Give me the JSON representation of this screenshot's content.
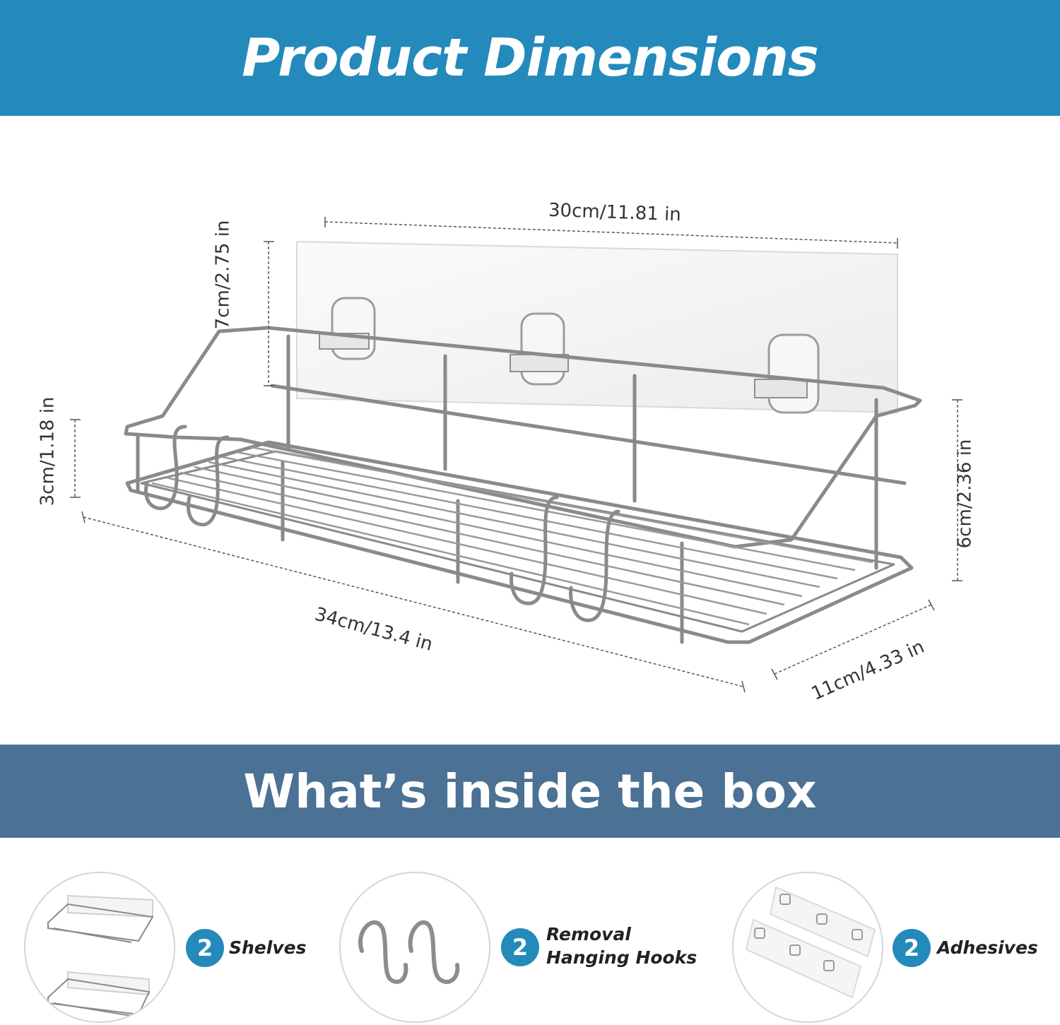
{
  "header": {
    "title": "Product Dimensions"
  },
  "dimensions": {
    "top_width": "30cm/11.81 in",
    "plate_height": "7cm/2.75 in",
    "front_rail_height": "3cm/1.18 in",
    "shelf_height": "6cm/2.36 in",
    "shelf_length": "34cm/13.4 in",
    "shelf_depth": "11cm/4.33 in"
  },
  "inside_box": {
    "title": "What’s inside the box",
    "items": [
      {
        "count": "2",
        "label": "Shelves"
      },
      {
        "count": "2",
        "label_line1": "Removal",
        "label_line2": "Hanging Hooks"
      },
      {
        "count": "2",
        "label": "Adhesives"
      }
    ]
  },
  "colors": {
    "top_banner": "#238abb",
    "mid_banner": "#4b7194",
    "badge": "#238abb"
  }
}
